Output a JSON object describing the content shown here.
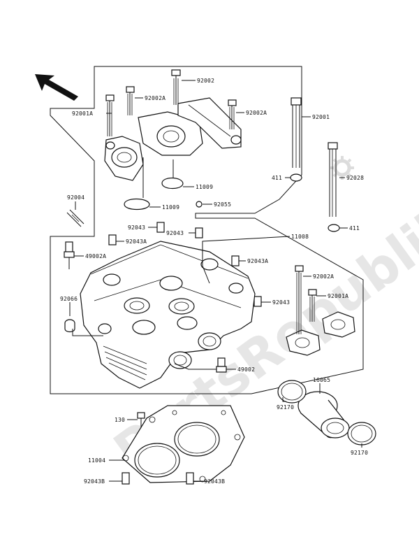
{
  "watermark": {
    "text": "PartsRepublik"
  },
  "icons": {
    "direction_arrow": "arrow-up-left-icon",
    "gear": "gear-icon"
  },
  "labels": {
    "l92002": "92002",
    "l92002a_top": "92002A",
    "l92002a_right": "92002A",
    "l92001a_top": "92001A",
    "l92001": "92001",
    "l11009_a": "11009",
    "l11009_b": "11009",
    "l411_a": "411",
    "l92028": "92028",
    "l411_b": "411",
    "l92004": "92004",
    "l92055": "92055",
    "l92043_a": "92043",
    "l92043_b": "92043",
    "l92043a_a": "92043A",
    "l92043a_b": "92043A",
    "l11008": "11008",
    "l49002a": "49002A",
    "l92043_c": "92043",
    "l92066": "92066",
    "l92002a_mid": "92002A",
    "l92001a_mid": "92001A",
    "l49002": "49002",
    "l16065": "16065",
    "l92170_a": "92170",
    "l92170_b": "92170",
    "l130": "130",
    "l11004": "11004",
    "l92043b_a": "92043B",
    "l92043b_b": "92043B"
  }
}
